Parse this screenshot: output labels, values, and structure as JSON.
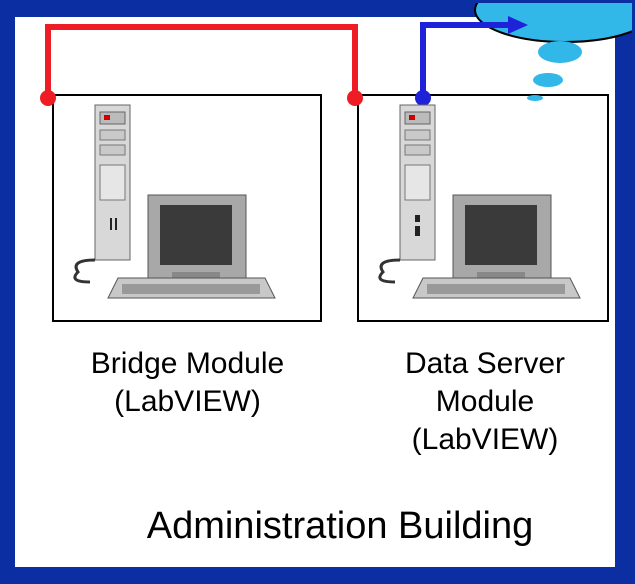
{
  "modules": {
    "left": {
      "line1": "Bridge Module",
      "line2": "(LabVIEW)",
      "line3": ""
    },
    "right": {
      "line1": "Data Server",
      "line2": "Module",
      "line3": "(LabVIEW)"
    }
  },
  "building": {
    "label": "Administration Building"
  },
  "colors": {
    "background": "#0b2fa3",
    "link_red": "#ee1c24",
    "link_blue": "#1e22d8",
    "cloud": "#31b7e8"
  },
  "icons": [
    "computer-icon",
    "cloud-icon",
    "network-link"
  ]
}
